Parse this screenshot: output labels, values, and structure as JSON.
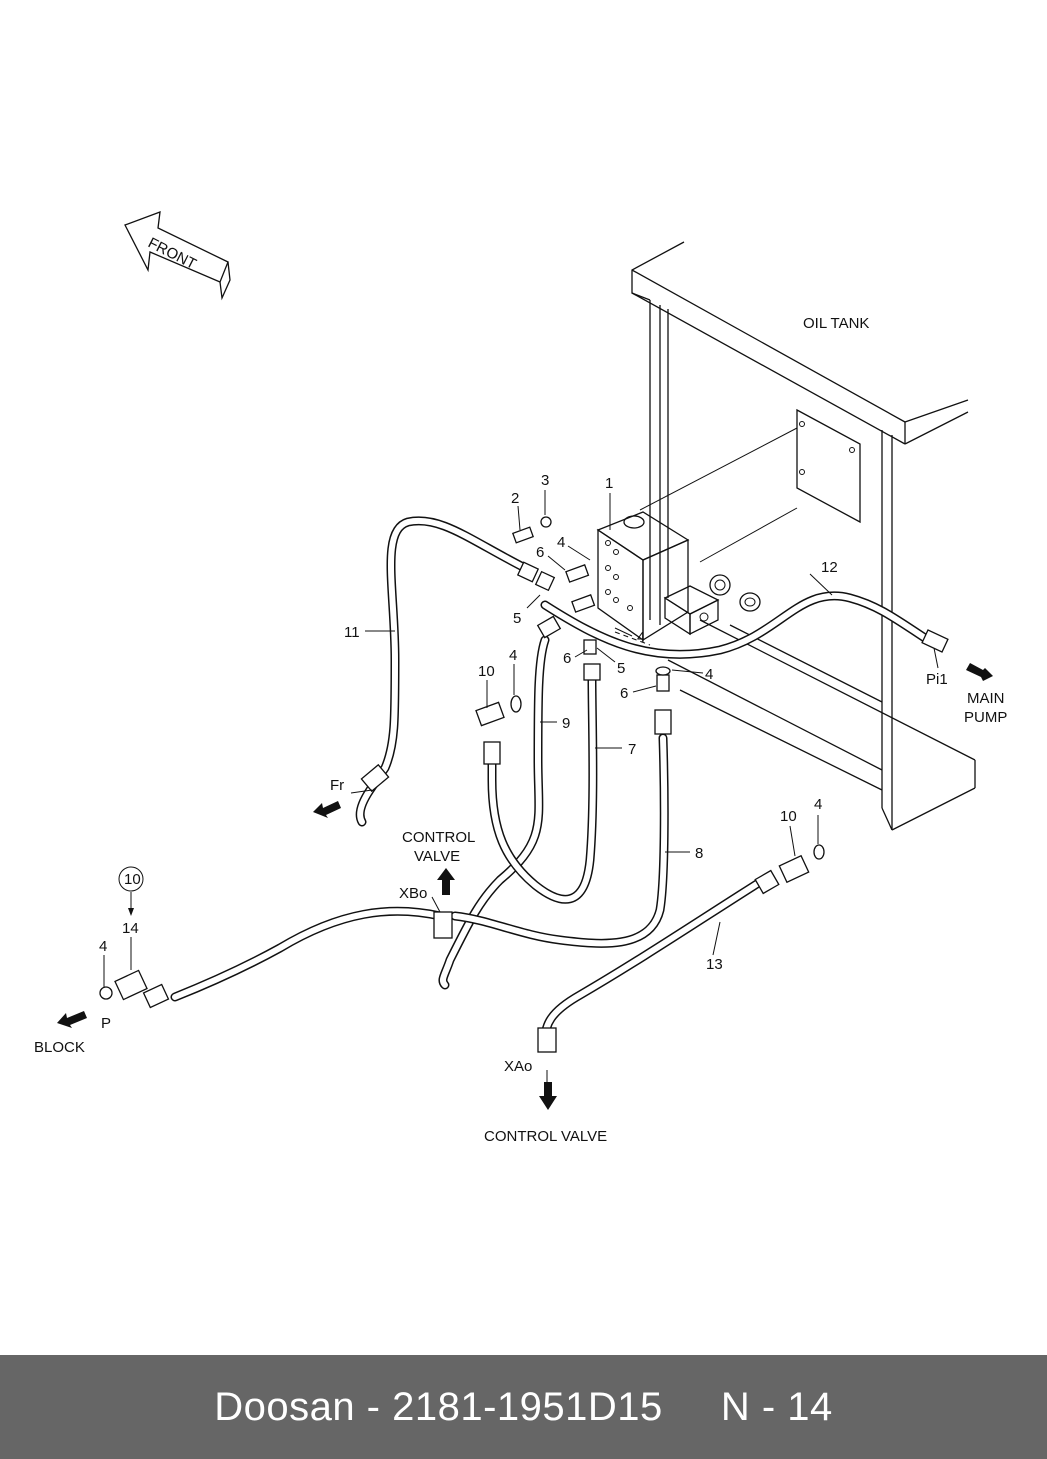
{
  "diagram": {
    "front_arrow": "FRONT",
    "oil_tank": "OIL TANK",
    "main_pump": [
      "MAIN",
      "PUMP"
    ],
    "pi1": "Pi1",
    "fr": "Fr",
    "control_valve_top": [
      "CONTROL",
      "VALVE"
    ],
    "xbo": "XBo",
    "xao": "XAo",
    "control_valve_bottom": "CONTROL VALVE",
    "block": "BLOCK",
    "p": "P",
    "callouts": {
      "c1": "1",
      "c2": "2",
      "c3": "3",
      "c4a": "4",
      "c4b": "4",
      "c4c": "4",
      "c4d": "4",
      "c4e": "4",
      "c4f": "4",
      "c5a": "5",
      "c5b": "5",
      "c6a": "6",
      "c6b": "6",
      "c6c": "6",
      "c7": "7",
      "c8": "8",
      "c9": "9",
      "c10a": "10",
      "c10b": "10",
      "c10circ": "10",
      "c11": "11",
      "c12": "12",
      "c13": "13",
      "c14": "14"
    }
  },
  "footer": {
    "brand": "Doosan",
    "sep": " - ",
    "part_number": "2181-1951D15",
    "gap": "     ",
    "page": "N - 14"
  }
}
